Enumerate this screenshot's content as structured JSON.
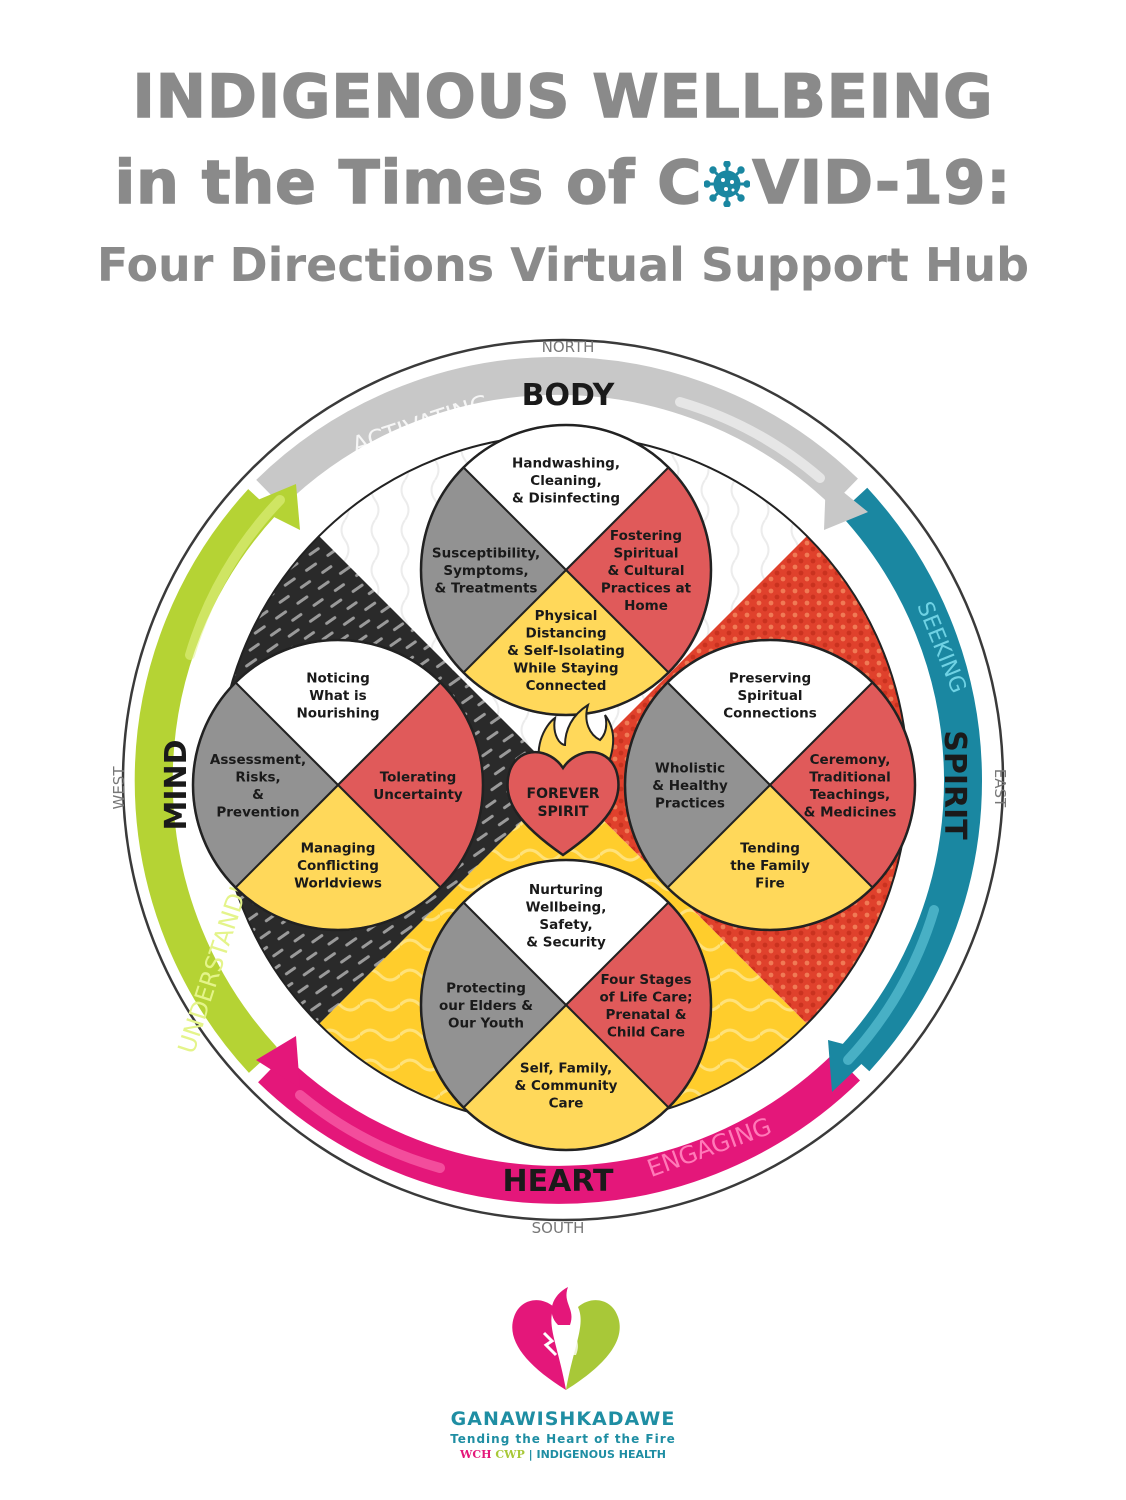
{
  "title": {
    "line1": "INDIGENOUS WELLBEING",
    "line2_before": "in the Times of C",
    "line2_after": "VID-19:",
    "line3": "Four Directions Virtual Support Hub"
  },
  "directions": {
    "north": "NORTH",
    "south": "SOUTH",
    "east": "EAST",
    "west": "WEST"
  },
  "arcs": {
    "body": "BODY",
    "spirit": "SPIRIT",
    "heart": "HEART",
    "mind": "MIND",
    "activating": "ACTIVATING",
    "seeking": "SEEKING",
    "engaging": "ENGAGING",
    "understanding": "UNDERSTANDING"
  },
  "center": {
    "line1": "FOREVER",
    "line2": "SPIRIT"
  },
  "circles": {
    "body": {
      "top": [
        "Handwashing,",
        "Cleaning,",
        "& Disinfecting"
      ],
      "left": [
        "Susceptibility,",
        "Symptoms,",
        "& Treatments"
      ],
      "right": [
        "Fostering",
        "Spiritual",
        "& Cultural",
        "Practices at",
        "Home"
      ],
      "bottom": [
        "Physical",
        "Distancing",
        "& Self-Isolating",
        "While Staying",
        "Connected"
      ]
    },
    "mind": {
      "top": [
        "Noticing",
        "What is",
        "Nourishing"
      ],
      "left": [
        "Assessment,",
        "Risks,",
        "&",
        "Prevention"
      ],
      "right": [
        "Tolerating",
        "Uncertainty"
      ],
      "bottom": [
        "Managing",
        "Conflicting",
        "Worldviews"
      ]
    },
    "spirit": {
      "top": [
        "Preserving",
        "Spiritual",
        "Connections"
      ],
      "left": [
        "Wholistic",
        "& Healthy",
        "Practices"
      ],
      "right": [
        "Ceremony,",
        "Traditional",
        "Teachings,",
        "& Medicines"
      ],
      "bottom": [
        "Tending",
        "the Family",
        "Fire"
      ]
    },
    "heart": {
      "top": [
        "Nurturing",
        "Wellbeing,",
        "Safety,",
        "& Security"
      ],
      "left": [
        "Protecting",
        "our Elders &",
        "Our Youth"
      ],
      "right": [
        "Four Stages",
        "of Life Care;",
        "Prenatal &",
        "Child Care"
      ],
      "bottom": [
        "Self, Family,",
        "& Community",
        "Care"
      ]
    }
  },
  "brand": {
    "name": "GANAWISHKADAWE",
    "tagline": "Tending the Heart of the Fire",
    "org_wchi": "WCH",
    "org_cwp": "CWP",
    "org_rest": "| INDIGENOUS HEALTH"
  },
  "colors": {
    "gray": "#8a8a8a",
    "red": "#e05a5a",
    "yellow": "#ffd85a",
    "quad_gray": "#929292",
    "body_arrow": "#c8c8c8",
    "spirit_arrow": "#1a87a1",
    "heart_arrow": "#e4177a",
    "mind_arrow": "#b5d334"
  }
}
